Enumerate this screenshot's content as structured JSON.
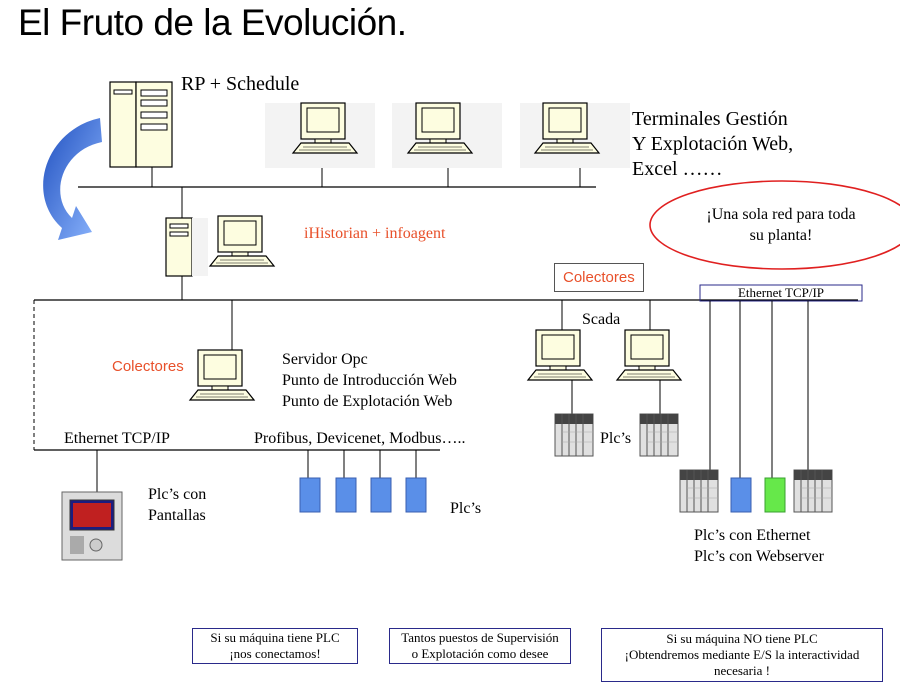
{
  "title": "El Fruto de la Evolución.",
  "labels": {
    "rp_schedule": "RP + Schedule",
    "terminales_line1": "Terminales Gestión",
    "terminales_line2": "Y Explotación Web,",
    "terminales_line3": "Excel ……",
    "ihistorian": "iHistorian + infoagent",
    "colectores_top": "Colectores",
    "ethernet_right": "Ethernet TCP/IP",
    "scada": "Scada",
    "colectores_left": "Colectores",
    "servidor_line1": "Servidor Opc",
    "servidor_line2": "Punto de Introducción Web",
    "servidor_line3": "Punto de Explotación Web",
    "ethernet_left": "Ethernet TCP/IP",
    "profibus": "Profibus, Devicenet, Modbus…..",
    "plcs_scada": "Plc’s",
    "plcs_pantallas_line1": "Plc’s con",
    "plcs_pantallas_line2": "Pantallas",
    "plcs_fieldbus": "Plc’s",
    "plcs_ethernet_line1": "Plc’s con Ethernet",
    "plcs_ethernet_line2": "Plc’s con Webserver"
  },
  "callout": {
    "line1": "¡Una sola red para toda",
    "line2": "su planta!"
  },
  "notes": {
    "plc_yes_line1": "Si su máquina tiene PLC",
    "plc_yes_line2": "¡nos conectamos!",
    "puestos_line1": "Tantos puestos de Supervisión",
    "puestos_line2": "o Explotación como desee",
    "plc_no_line1": "Si su máquina NO tiene PLC",
    "plc_no_line2": "¡Obtendremos mediante E/S la interactividad",
    "plc_no_line3": "necesaria !"
  },
  "colors": {
    "label_accent": "#e8502a",
    "callout_border": "#e02020",
    "box_border": "#2a2a8a",
    "fieldbus_plc": "#5a8fe8",
    "ethernet_plc_green": "#66e84a",
    "arrow_blue": "#3a70d8"
  }
}
